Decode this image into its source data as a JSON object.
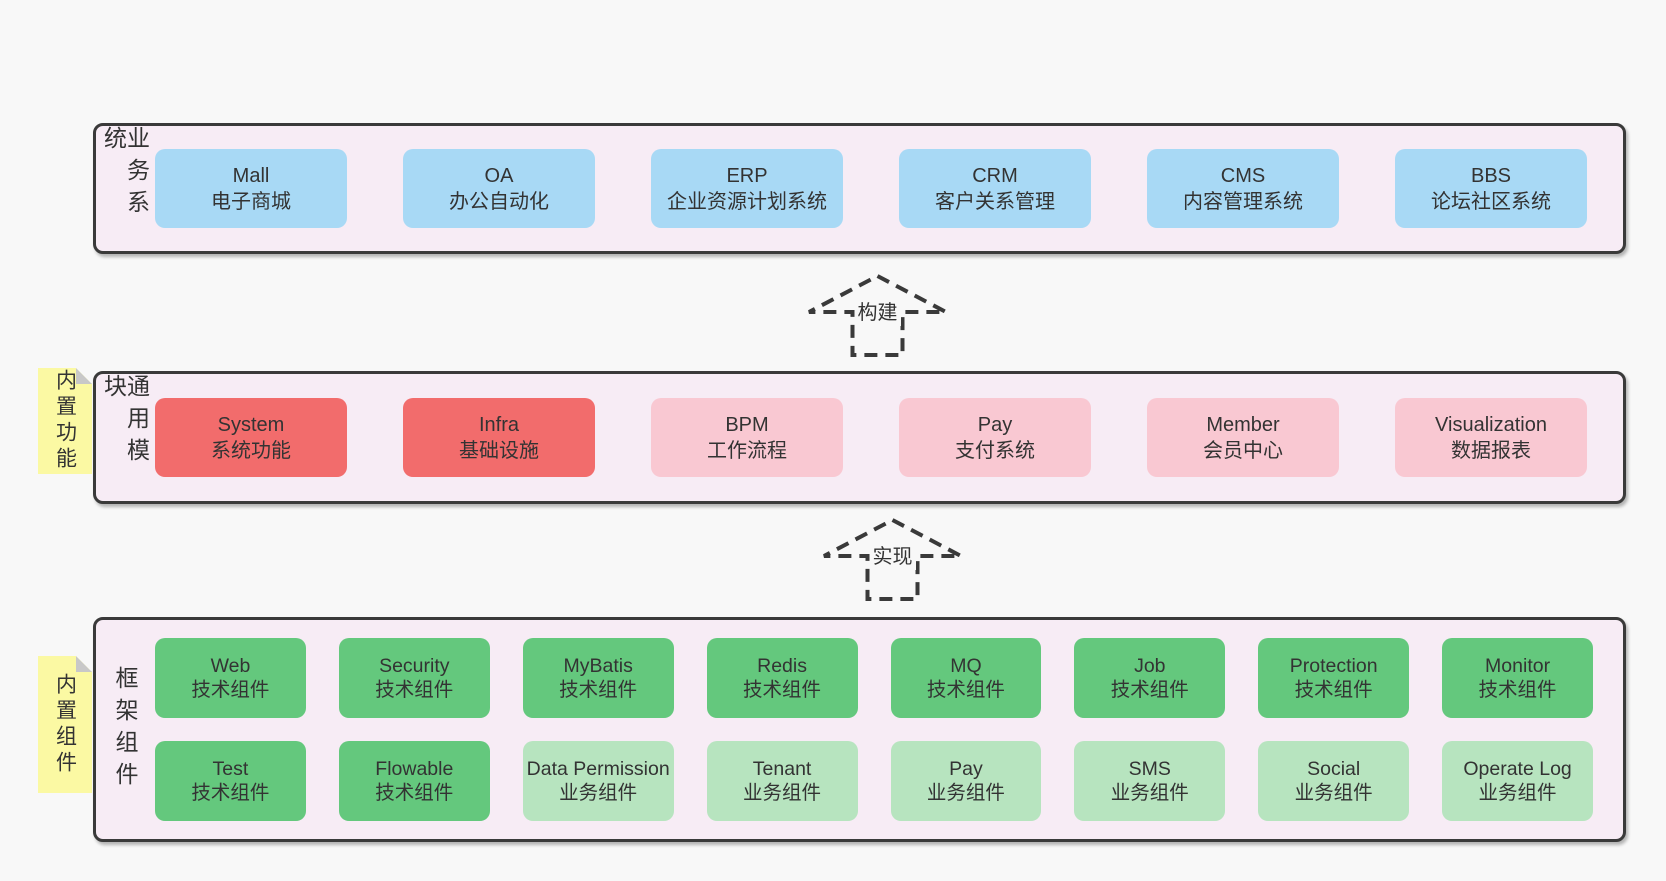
{
  "colors": {
    "page_background": "#f8f8f8",
    "section_background": "#f7ecf5",
    "section_border": "#3a3a3a",
    "box_blue": "#a8d9f5",
    "box_red": "#f26c6c",
    "box_pink": "#f9c8d2",
    "box_green": "#64c87d",
    "box_green_light": "#b7e4bf",
    "sticky_yellow": "#fbf9a3",
    "sticky_fold_gray": "#c8c8c8",
    "text": "#333333"
  },
  "arrows": [
    {
      "label": "构建"
    },
    {
      "label": "实现"
    }
  ],
  "sections": [
    {
      "label": "业务系统",
      "boxes": [
        {
          "title": "Mall",
          "subtitle": "电子商城",
          "variant": "blue"
        },
        {
          "title": "OA",
          "subtitle": "办公自动化",
          "variant": "blue"
        },
        {
          "title": "ERP",
          "subtitle": "企业资源计划系统",
          "variant": "blue"
        },
        {
          "title": "CRM",
          "subtitle": "客户关系管理",
          "variant": "blue"
        },
        {
          "title": "CMS",
          "subtitle": "内容管理系统",
          "variant": "blue"
        },
        {
          "title": "BBS",
          "subtitle": "论坛社区系统",
          "variant": "blue"
        }
      ]
    },
    {
      "label": "通用模块",
      "sticky": "内置功能",
      "boxes": [
        {
          "title": "System",
          "subtitle": "系统功能",
          "variant": "red"
        },
        {
          "title": "Infra",
          "subtitle": "基础设施",
          "variant": "red"
        },
        {
          "title": "BPM",
          "subtitle": "工作流程",
          "variant": "pink"
        },
        {
          "title": "Pay",
          "subtitle": "支付系统",
          "variant": "pink"
        },
        {
          "title": "Member",
          "subtitle": "会员中心",
          "variant": "pink"
        },
        {
          "title": "Visualization",
          "subtitle": "数据报表",
          "variant": "pink"
        }
      ]
    },
    {
      "label": "框架组件",
      "sticky": "内置组件",
      "rows": [
        [
          {
            "title": "Web",
            "subtitle": "技术组件",
            "variant": "green"
          },
          {
            "title": "Security",
            "subtitle": "技术组件",
            "variant": "green"
          },
          {
            "title": "MyBatis",
            "subtitle": "技术组件",
            "variant": "green"
          },
          {
            "title": "Redis",
            "subtitle": "技术组件",
            "variant": "green"
          },
          {
            "title": "MQ",
            "subtitle": "技术组件",
            "variant": "green"
          },
          {
            "title": "Job",
            "subtitle": "技术组件",
            "variant": "green"
          },
          {
            "title": "Protection",
            "subtitle": "技术组件",
            "variant": "green"
          },
          {
            "title": "Monitor",
            "subtitle": "技术组件",
            "variant": "green"
          }
        ],
        [
          {
            "title": "Test",
            "subtitle": "技术组件",
            "variant": "green"
          },
          {
            "title": "Flowable",
            "subtitle": "技术组件",
            "variant": "green"
          },
          {
            "title": "Data Permission",
            "subtitle": "业务组件",
            "variant": "green-light"
          },
          {
            "title": "Tenant",
            "subtitle": "业务组件",
            "variant": "green-light"
          },
          {
            "title": "Pay",
            "subtitle": "业务组件",
            "variant": "green-light"
          },
          {
            "title": "SMS",
            "subtitle": "业务组件",
            "variant": "green-light"
          },
          {
            "title": "Social",
            "subtitle": "业务组件",
            "variant": "green-light"
          },
          {
            "title": "Operate Log",
            "subtitle": "业务组件",
            "variant": "green-light"
          }
        ]
      ]
    }
  ]
}
